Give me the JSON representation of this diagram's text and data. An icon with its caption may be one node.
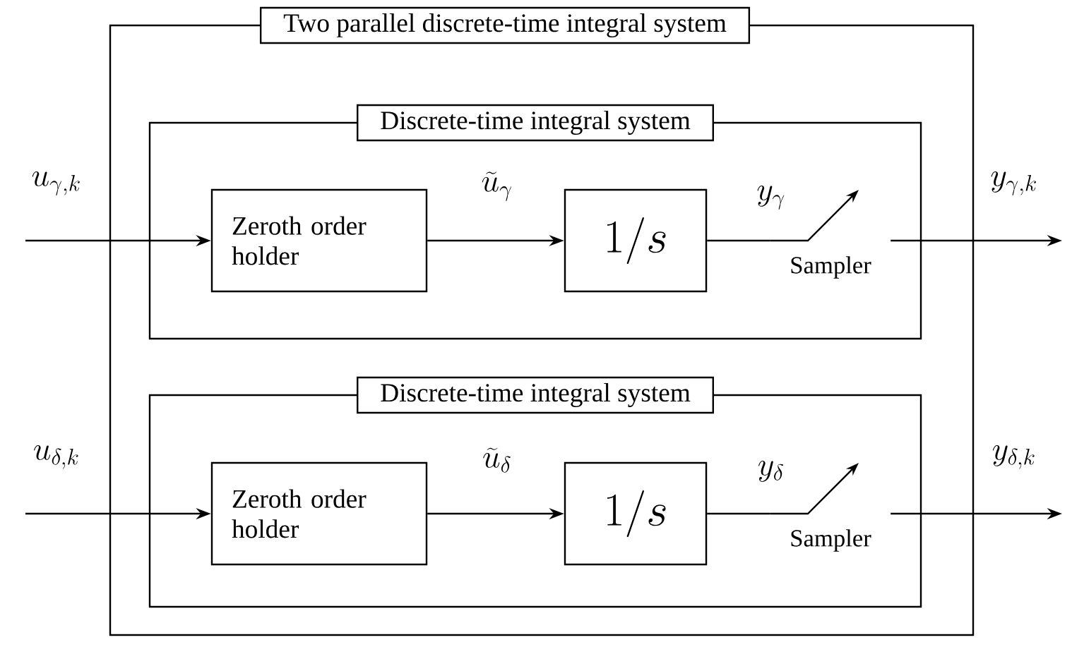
{
  "diagram": {
    "nodes": [
      {
        "text": [
          "Two parallel discrete-time integral system"
        ]
      },
      {
        "text": [
          "Discrete-time integral system"
        ],
        "in": 0
      },
      {
        "text": [
          "Zeroth order holder"
        ],
        "in": 1
      },
      {
        "text": [
          "1/s"
        ],
        "in": 1
      },
      {
        "text": [
          "Sampler"
        ],
        "in": 1
      },
      {
        "text": [
          "Discrete-time integral system"
        ],
        "in": 0
      },
      {
        "text": [
          "Zeroth order holder"
        ],
        "in": 5
      },
      {
        "text": [
          "1/s"
        ],
        "in": 5
      },
      {
        "text": [
          "Sampler"
        ],
        "in": 5
      }
    ],
    "edges": [
      {
        "from": null,
        "to": 2,
        "arrow": "to",
        "label": "u_{\\gamma,k}"
      },
      {
        "from": 2,
        "to": 3,
        "arrow": "to",
        "label": "\\widetilde{u}_{\\gamma}"
      },
      {
        "from": 3,
        "to": 4,
        "arrow": "none",
        "label": "y_{\\gamma}"
      },
      {
        "from": 4,
        "to": null,
        "arrow": "to",
        "label": "y_{\\gamma,k}"
      },
      {
        "from": null,
        "to": 6,
        "arrow": "to",
        "label": "u_{\\delta,k}"
      },
      {
        "from": 6,
        "to": 7,
        "arrow": "to",
        "label": "\\widetilde{u}_{\\delta}"
      },
      {
        "from": 7,
        "to": 8,
        "arrow": "none",
        "label": "y_{\\delta}"
      },
      {
        "from": 8,
        "to": null,
        "arrow": "to",
        "label": "y_{\\delta,k}"
      }
    ]
  }
}
